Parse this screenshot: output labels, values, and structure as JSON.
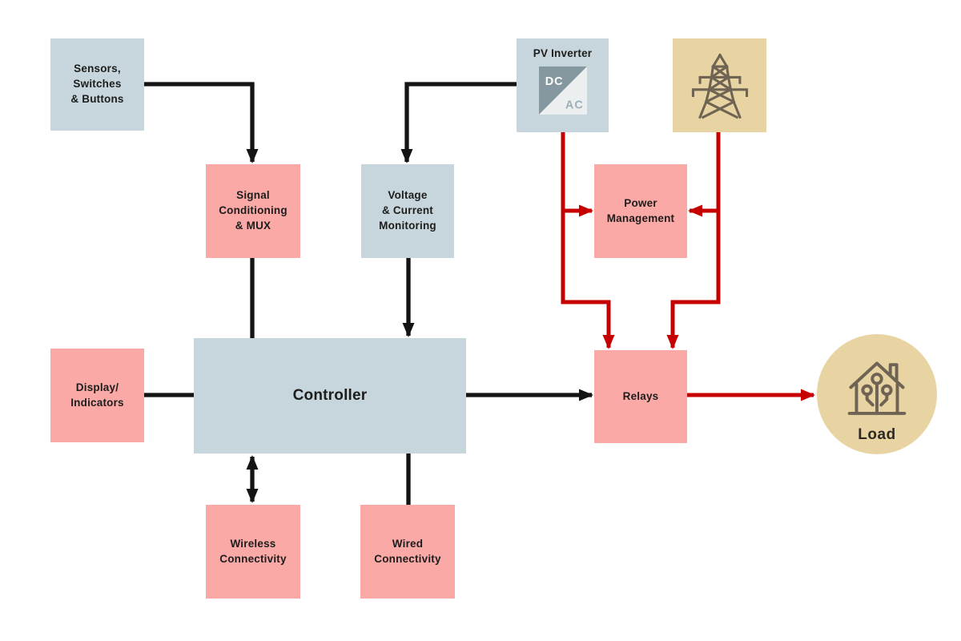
{
  "diagram": {
    "description": "Block diagram of a solar / smart-home power controller system",
    "colors": {
      "node_blue": "#c7d6dc",
      "node_pink": "#faa9a7",
      "node_tan": "#e8d4a2",
      "arrow_black": "#141414",
      "arrow_red": "#c60000",
      "icon_brown": "#6f6454",
      "dc_triangle": "#85989f",
      "ac_triangle": "#eceff0",
      "text": "#1d1d1b"
    },
    "nodes": {
      "sensors": {
        "label": "Sensors,\nSwitches\n& Buttons"
      },
      "signal_conditioning": {
        "label": "Signal\nConditioning\n& MUX"
      },
      "voltage_monitoring": {
        "label": "Voltage\n& Current\nMonitoring"
      },
      "pv_inverter": {
        "label": "PV Inverter",
        "dc": "DC",
        "ac": "AC"
      },
      "grid": {
        "icon": "transmission-tower-icon"
      },
      "power_management": {
        "label": "Power\nManagement"
      },
      "display_indicators": {
        "label": "Display/\nIndicators"
      },
      "controller": {
        "label": "Controller"
      },
      "relays": {
        "label": "Relays"
      },
      "wireless_connectivity": {
        "label": "Wireless\nConnectivity"
      },
      "wired_connectivity": {
        "label": "Wired\nConnectivity"
      },
      "load": {
        "label": "Load",
        "icon": "smart-home-icon"
      }
    },
    "connections": {
      "black": [
        "sensors -> signal_conditioning",
        "signal_conditioning - controller",
        "pv_inverter -> voltage_monitoring",
        "voltage_monitoring -> controller",
        "display_indicators - controller",
        "controller -> relays",
        "controller <-> wireless_connectivity",
        "controller - wired_connectivity"
      ],
      "red": [
        "pv_inverter -> power_management",
        "pv_inverter -> relays",
        "grid -> power_management",
        "grid -> relays",
        "relays -> load"
      ]
    }
  }
}
